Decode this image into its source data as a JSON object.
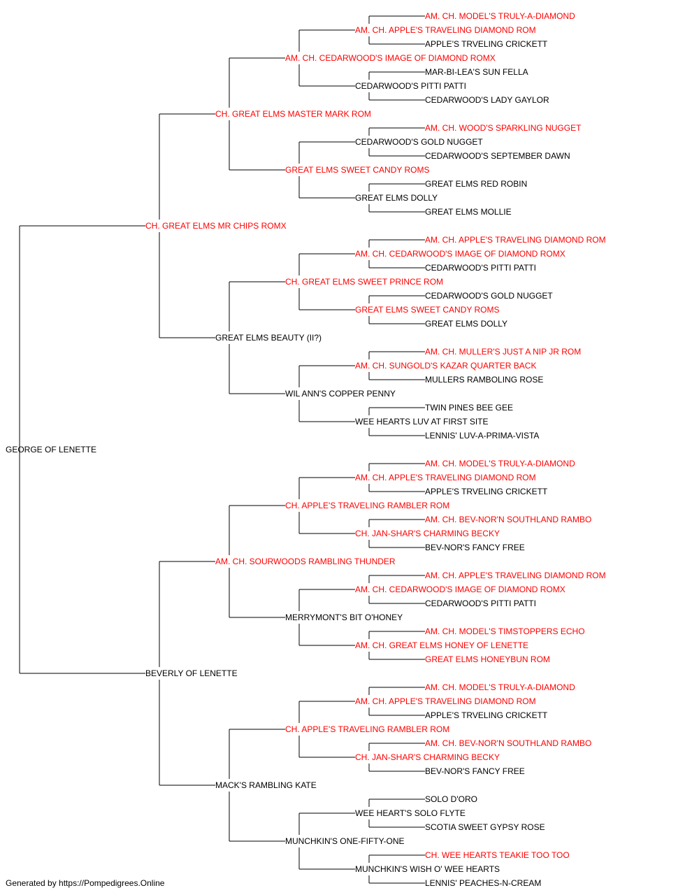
{
  "colors": {
    "champion": "#ff0000",
    "normal": "#000000",
    "line": "#000000"
  },
  "pedigree": {
    "name": "GEORGE OF LENETTE",
    "champion": false,
    "sire": {
      "name": "CH. GREAT ELMS MR CHIPS ROMX",
      "champion": true,
      "sire": {
        "name": "CH. GREAT ELMS MASTER MARK ROM",
        "champion": true,
        "sire": {
          "name": "AM. CH. CEDARWOOD'S IMAGE OF DIAMOND ROMX",
          "champion": true,
          "sire": {
            "name": "AM. CH. APPLE'S TRAVELING DIAMOND ROM",
            "champion": true,
            "sire": {
              "name": "AM. CH. MODEL'S TRULY-A-DIAMOND",
              "champion": true
            },
            "dam": {
              "name": "APPLE'S TRVELING CRICKETT",
              "champion": false
            }
          },
          "dam": {
            "name": "CEDARWOOD'S PITTI PATTI",
            "champion": false,
            "sire": {
              "name": "MAR-BI-LEA'S SUN FELLA",
              "champion": false
            },
            "dam": {
              "name": "CEDARWOOD'S LADY GAYLOR",
              "champion": false
            }
          }
        },
        "dam": {
          "name": "GREAT ELMS SWEET CANDY ROMS",
          "champion": true,
          "sire": {
            "name": "CEDARWOOD'S GOLD NUGGET",
            "champion": false,
            "sire": {
              "name": "AM. CH. WOOD'S SPARKLING NUGGET",
              "champion": true
            },
            "dam": {
              "name": "CEDARWOOD'S SEPTEMBER DAWN",
              "champion": false
            }
          },
          "dam": {
            "name": "GREAT ELMS DOLLY",
            "champion": false,
            "sire": {
              "name": "GREAT ELMS RED ROBIN",
              "champion": false
            },
            "dam": {
              "name": "GREAT ELMS MOLLIE",
              "champion": false
            }
          }
        }
      },
      "dam": {
        "name": "GREAT ELMS BEAUTY (II?)",
        "champion": false,
        "sire": {
          "name": "CH. GREAT ELMS SWEET PRINCE ROM",
          "champion": true,
          "sire": {
            "name": "AM. CH. CEDARWOOD'S IMAGE OF DIAMOND ROMX",
            "champion": true,
            "sire": {
              "name": "AM. CH. APPLE'S TRAVELING DIAMOND ROM",
              "champion": true
            },
            "dam": {
              "name": "CEDARWOOD'S PITTI PATTI",
              "champion": false
            }
          },
          "dam": {
            "name": "GREAT ELMS SWEET CANDY ROMS",
            "champion": true,
            "sire": {
              "name": "CEDARWOOD'S GOLD NUGGET",
              "champion": false
            },
            "dam": {
              "name": "GREAT ELMS DOLLY",
              "champion": false
            }
          }
        },
        "dam": {
          "name": "WIL ANN'S COPPER PENNY",
          "champion": false,
          "sire": {
            "name": "AM. CH. SUNGOLD'S KAZAR QUARTER BACK",
            "champion": true,
            "sire": {
              "name": "AM. CH. MULLER'S JUST A NIP JR ROM",
              "champion": true
            },
            "dam": {
              "name": "MULLERS RAMBOLING ROSE",
              "champion": false
            }
          },
          "dam": {
            "name": "WEE HEARTS LUV AT FIRST SITE",
            "champion": false,
            "sire": {
              "name": "TWIN PINES BEE GEE",
              "champion": false
            },
            "dam": {
              "name": "LENNIS' LUV-A-PRIMA-VISTA",
              "champion": false
            }
          }
        }
      }
    },
    "dam": {
      "name": "BEVERLY OF LENETTE",
      "champion": false,
      "sire": {
        "name": "AM. CH. SOURWOODS RAMBLING THUNDER",
        "champion": true,
        "sire": {
          "name": "CH. APPLE'S TRAVELING RAMBLER ROM",
          "champion": true,
          "sire": {
            "name": "AM. CH. APPLE'S TRAVELING DIAMOND ROM",
            "champion": true,
            "sire": {
              "name": "AM. CH. MODEL'S TRULY-A-DIAMOND",
              "champion": true
            },
            "dam": {
              "name": "APPLE'S TRVELING CRICKETT",
              "champion": false
            }
          },
          "dam": {
            "name": "CH. JAN-SHAR'S CHARMING BECKY",
            "champion": true,
            "sire": {
              "name": "AM. CH. BEV-NOR'N SOUTHLAND RAMBO",
              "champion": true
            },
            "dam": {
              "name": "BEV-NOR'S FANCY FREE",
              "champion": false
            }
          }
        },
        "dam": {
          "name": "MERRYMONT'S BIT O'HONEY",
          "champion": false,
          "sire": {
            "name": "AM. CH. CEDARWOOD'S IMAGE OF DIAMOND ROMX",
            "champion": true,
            "sire": {
              "name": "AM. CH. APPLE'S TRAVELING DIAMOND ROM",
              "champion": true
            },
            "dam": {
              "name": "CEDARWOOD'S PITTI PATTI",
              "champion": false
            }
          },
          "dam": {
            "name": "AM. CH. GREAT ELMS HONEY OF LENETTE",
            "champion": true,
            "sire": {
              "name": "AM. CH. MODEL'S TIMSTOPPERS ECHO",
              "champion": true
            },
            "dam": {
              "name": "GREAT ELMS HONEYBUN ROM",
              "champion": true
            }
          }
        }
      },
      "dam": {
        "name": "MACK'S RAMBLING KATE",
        "champion": false,
        "sire": {
          "name": "CH. APPLE'S TRAVELING RAMBLER ROM",
          "champion": true,
          "sire": {
            "name": "AM. CH. APPLE'S TRAVELING DIAMOND ROM",
            "champion": true,
            "sire": {
              "name": "AM. CH. MODEL'S TRULY-A-DIAMOND",
              "champion": true
            },
            "dam": {
              "name": "APPLE'S TRVELING CRICKETT",
              "champion": false
            }
          },
          "dam": {
            "name": "CH. JAN-SHAR'S CHARMING BECKY",
            "champion": true,
            "sire": {
              "name": "AM. CH. BEV-NOR'N SOUTHLAND RAMBO",
              "champion": true
            },
            "dam": {
              "name": "BEV-NOR'S FANCY FREE",
              "champion": false
            }
          }
        },
        "dam": {
          "name": "MUNCHKIN'S ONE-FIFTY-ONE",
          "champion": false,
          "sire": {
            "name": "WEE HEART'S SOLO FLYTE",
            "champion": false,
            "sire": {
              "name": "SOLO D'ORO",
              "champion": false
            },
            "dam": {
              "name": "SCOTIA SWEET GYPSY ROSE",
              "champion": false
            }
          },
          "dam": {
            "name": "MUNCHKIN'S WISH O' WEE HEARTS",
            "champion": false,
            "sire": {
              "name": "CH. WEE HEARTS TEAKIE TOO TOO",
              "champion": true
            },
            "dam": {
              "name": "LENNIS' PEACHES-N-CREAM",
              "champion": false
            }
          }
        }
      }
    }
  },
  "footer": "Generated by https://Pompedigrees.Online"
}
